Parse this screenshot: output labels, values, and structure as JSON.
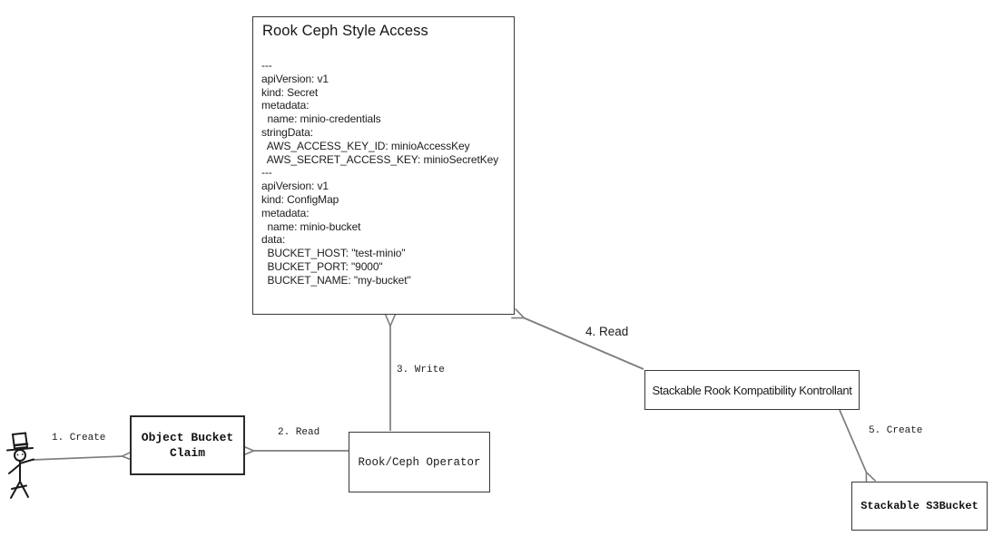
{
  "diagram": {
    "main_box": {
      "title": "Rook Ceph Style Access",
      "yaml_lines": [
        "---",
        "apiVersion: v1",
        "kind: Secret",
        "metadata:",
        "  name: minio-credentials",
        "stringData:",
        "  AWS_ACCESS_KEY_ID: minioAccessKey",
        "  AWS_SECRET_ACCESS_KEY: minioSecretKey",
        "---",
        "apiVersion: v1",
        "kind: ConfigMap",
        "metadata:",
        "  name: minio-bucket",
        "data:",
        "  BUCKET_HOST: \"test-minio\"",
        "  BUCKET_PORT: \"9000\"",
        "  BUCKET_NAME: \"my-bucket\""
      ]
    },
    "nodes": {
      "object_bucket_claim": {
        "lines": [
          "Object Bucket",
          "Claim"
        ]
      },
      "rook_ceph_operator": {
        "label": "Rook/Ceph Operator"
      },
      "stackable_controller": {
        "label": "Stackable Rook Kompatibility Kontrollant"
      },
      "stackable_s3bucket": {
        "label": "Stackable S3Bucket"
      }
    },
    "edges": [
      {
        "label": "1. Create",
        "from": "user",
        "to": "object_bucket_claim"
      },
      {
        "label": "2. Read",
        "from": "rook_ceph_operator",
        "to": "object_bucket_claim"
      },
      {
        "label": "3. Write",
        "from": "rook_ceph_operator",
        "to": "main_box"
      },
      {
        "label": "4. Read",
        "from": "stackable_controller",
        "to": "main_box"
      },
      {
        "label": "5. Create",
        "from": "stackable_controller",
        "to": "stackable_s3bucket"
      }
    ],
    "actor": {
      "name": "user-stick-figure"
    }
  },
  "colors": {
    "background": "#ffffff",
    "box_border": "#383838",
    "arrow": "#7d7d7d",
    "text": "#111111"
  }
}
